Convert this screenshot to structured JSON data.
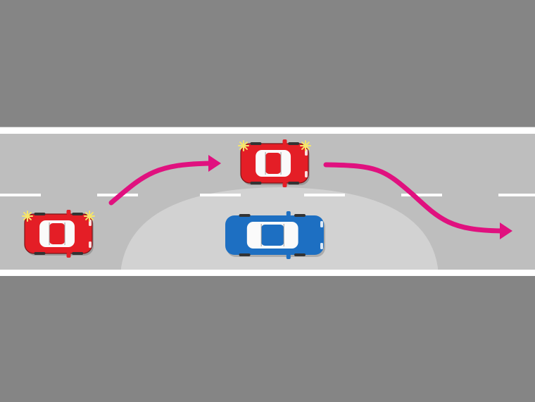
{
  "colors": {
    "verge": "#858585",
    "road": "#bebebe",
    "edge_line": "#ffffff",
    "center_dash": "#ffffff",
    "blind_spot": "#d2d2d2",
    "arrow": "#e0117f",
    "car_red": "#e41e26",
    "car_blue": "#1d6fc2",
    "window": "#f4f4f4",
    "indicator": "#f6e66b"
  },
  "vehicles": [
    {
      "role": "overtaking-car-start",
      "color": "red",
      "indicator_on": true
    },
    {
      "role": "overtaking-car-passing",
      "color": "red",
      "indicator_on": true
    },
    {
      "role": "overtaken-car",
      "color": "blue",
      "indicator_on": false
    }
  ],
  "paths": [
    {
      "role": "pull-out-arrow",
      "icon": "arrow-right-icon"
    },
    {
      "role": "merge-back-arrow",
      "icon": "arrow-right-icon"
    }
  ],
  "zones": [
    {
      "role": "blind-spot-area"
    }
  ]
}
